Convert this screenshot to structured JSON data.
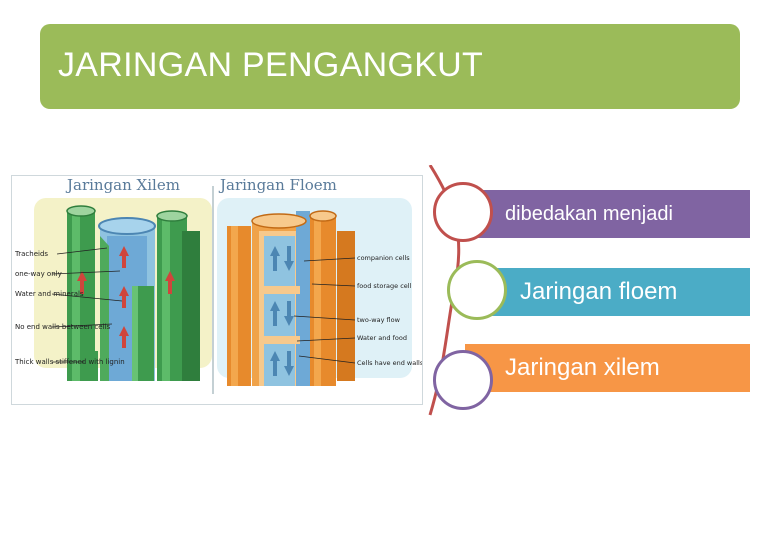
{
  "slide": {
    "title": "JARINGAN PENGANGKUT"
  },
  "figure": {
    "heading_xylem": "Jaringan Xilem",
    "heading_phloem": "Jaringan Floem",
    "xylem_labels": [
      "Tracheids",
      "one-way only",
      "Water and minerals",
      "No end walls between cells",
      "Thick walls stiffened with lignin"
    ],
    "phloem_labels": [
      "companion cells",
      "food storage cell",
      "two-way flow",
      "Water and food",
      "Cells have end walls with perforations"
    ]
  },
  "list": {
    "item1": "dibedakan menjadi",
    "item2": "Jaringan floem",
    "item3": "Jaringan xilem"
  },
  "colors": {
    "title_bg": "#9bbb59",
    "bar1": "#8064a2",
    "bar2": "#4bacc6",
    "bar3": "#f79646",
    "connector": "#c0504d"
  }
}
